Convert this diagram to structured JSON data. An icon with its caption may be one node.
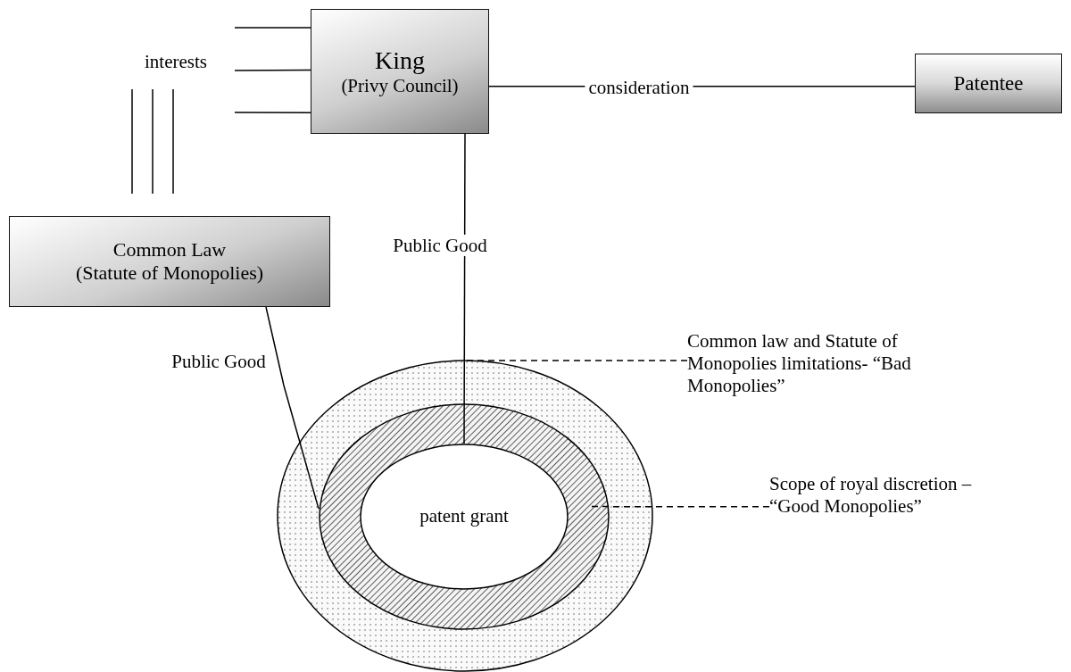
{
  "diagram": {
    "nodes": [
      {
        "text": [
          "King",
          "(Privy Council)"
        ]
      },
      {
        "text": [
          "Patentee"
        ]
      },
      {
        "text": [
          "Common Law",
          "(Statute of Monopolies)"
        ]
      },
      {
        "text": [],
        "shape": "ellipse"
      },
      {
        "text": [],
        "shape": "ellipse",
        "in": 3
      },
      {
        "text": [
          "patent grant"
        ],
        "in": 4
      },
      {
        "text": [
          "Common law and Statute of Monopolies limitations- “Bad Monopolies”"
        ]
      },
      {
        "text": [
          "Scope of royal discretion – “Good Monopolies”"
        ]
      }
    ],
    "edges": [
      {
        "from": 0,
        "to": 1,
        "arrow": "none",
        "label": "consideration"
      },
      {
        "from": null,
        "to": 0,
        "arrow": "none"
      },
      {
        "from": null,
        "to": 0,
        "arrow": "none"
      },
      {
        "from": null,
        "to": 0,
        "arrow": "none"
      },
      {
        "from": 0,
        "to": 5,
        "arrow": "none",
        "label": "Public Good"
      },
      {
        "from": 2,
        "to": 4,
        "arrow": "none",
        "label": "Public Good"
      },
      {
        "from": 6,
        "to": 3,
        "arrow": "none",
        "style": "dashed"
      },
      {
        "from": 7,
        "to": 4,
        "arrow": "none",
        "style": "dashed"
      }
    ],
    "labels": [
      "interests"
    ]
  }
}
